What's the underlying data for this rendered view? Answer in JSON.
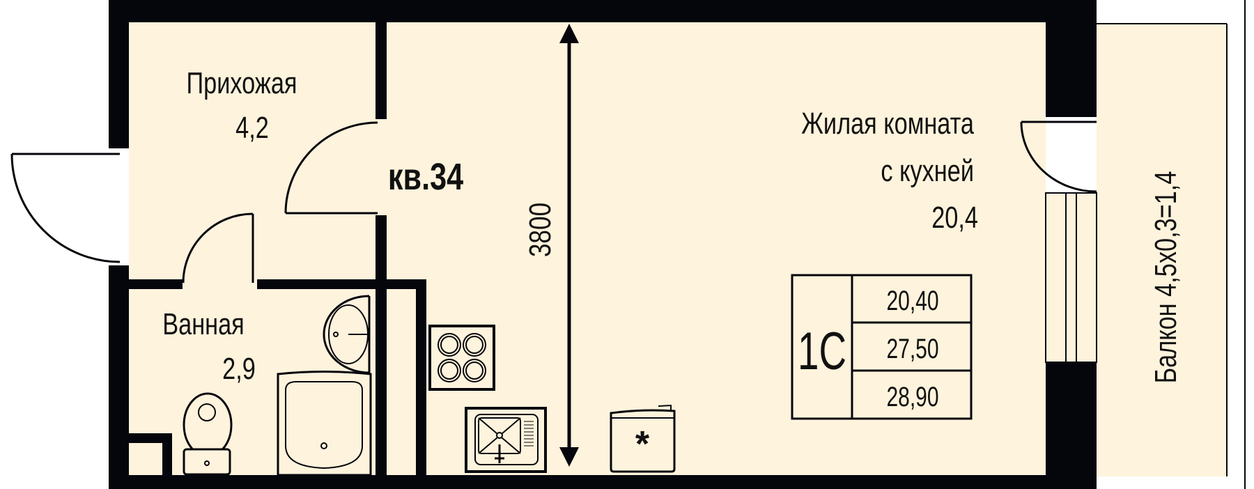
{
  "apartment": {
    "number_label": "кв.34",
    "type_code": "1С",
    "dimension_label": "3800"
  },
  "rooms": {
    "hallway": {
      "name": "Прихожая",
      "area": "4,2"
    },
    "bathroom": {
      "name": "Ванная",
      "area": "2,9"
    },
    "living": {
      "name_line1": "Жилая комната",
      "name_line2": "с кухней",
      "area": "20,4"
    },
    "balcony": {
      "label": "Балкон 4,5х0,3=1,4"
    }
  },
  "area_table": {
    "living_area": "20,40",
    "total_area": "27,50",
    "total_with_balcony": "28,90"
  },
  "fixtures": {
    "fridge_mark": "*"
  },
  "colors": {
    "room_fill": "#FEF3DC",
    "wall": "#05050C"
  }
}
